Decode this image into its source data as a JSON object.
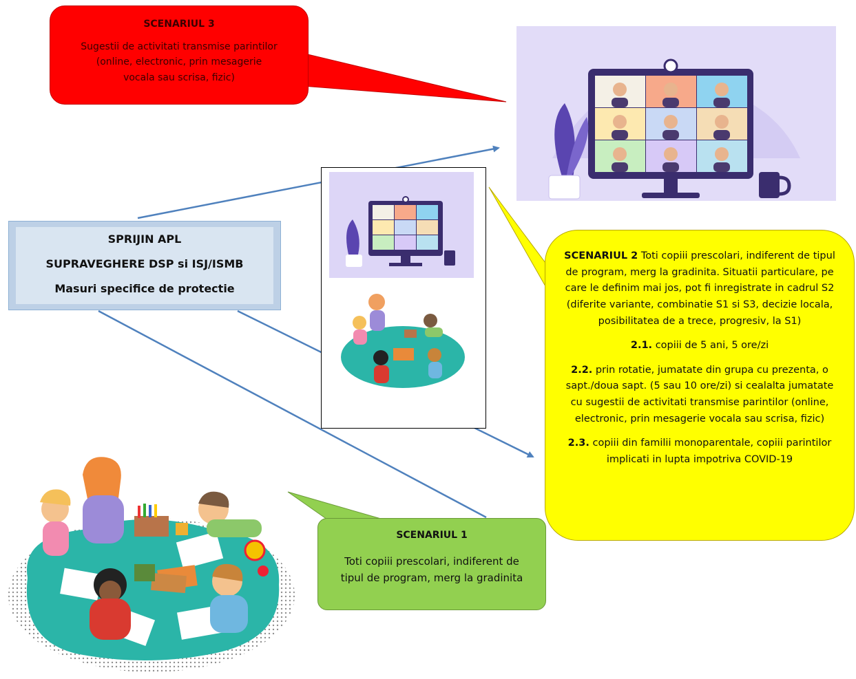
{
  "scenario3": {
    "title": "SCENARIUL 3",
    "lines": [
      "Sugestii de activitati transmise parintilor",
      "(online, electronic, prin mesagerie",
      "vocala sau scrisa, fizic)"
    ]
  },
  "support_box": {
    "lines": [
      "SPRIJIN APL",
      "SUPRAVEGHERE DSP si ISJ/ISMB",
      "Masuri specifice de protectie"
    ]
  },
  "scenario2": {
    "title": "SCENARIUL 2",
    "intro": "Toti copiii prescolari, indiferent de tipul de program, merg la gradinita. Situatii particulare, pe care le definim mai jos, pot fi inregistrate in cadrul S2 (diferite variante, combinatie S1 si S3, decizie locala, posibilitatea de a trece, progresiv, la S1)",
    "items": [
      {
        "num": "2.1.",
        "text": "copiii de 5 ani, 5 ore/zi"
      },
      {
        "num": "2.2.",
        "text": "prin rotatie, jumatate din grupa cu prezenta, o sapt./doua sapt. (5 sau 10 ore/zi) si cealalta jumatate cu sugestii de activitati transmise parintilor (online, electronic, prin mesagerie vocala sau scrisa, fizic)"
      },
      {
        "num": "2.3.",
        "text": "copiii din familii monoparentale, copiii parintilor implicati in lupta impotriva COVID-19"
      }
    ]
  },
  "scenario1": {
    "title": "SCENARIUL 1",
    "lines": [
      "Toti copiii prescolari, indiferent de",
      "tipul de program, merg la gradinita"
    ]
  },
  "colors": {
    "red": "#ff0000",
    "yellow": "#ffff00",
    "green": "#92d050",
    "blue": "#bdd0e6",
    "arrow": "#4f81bd",
    "lavender": "#d8d0f5",
    "rug": "#2bb5a8"
  }
}
